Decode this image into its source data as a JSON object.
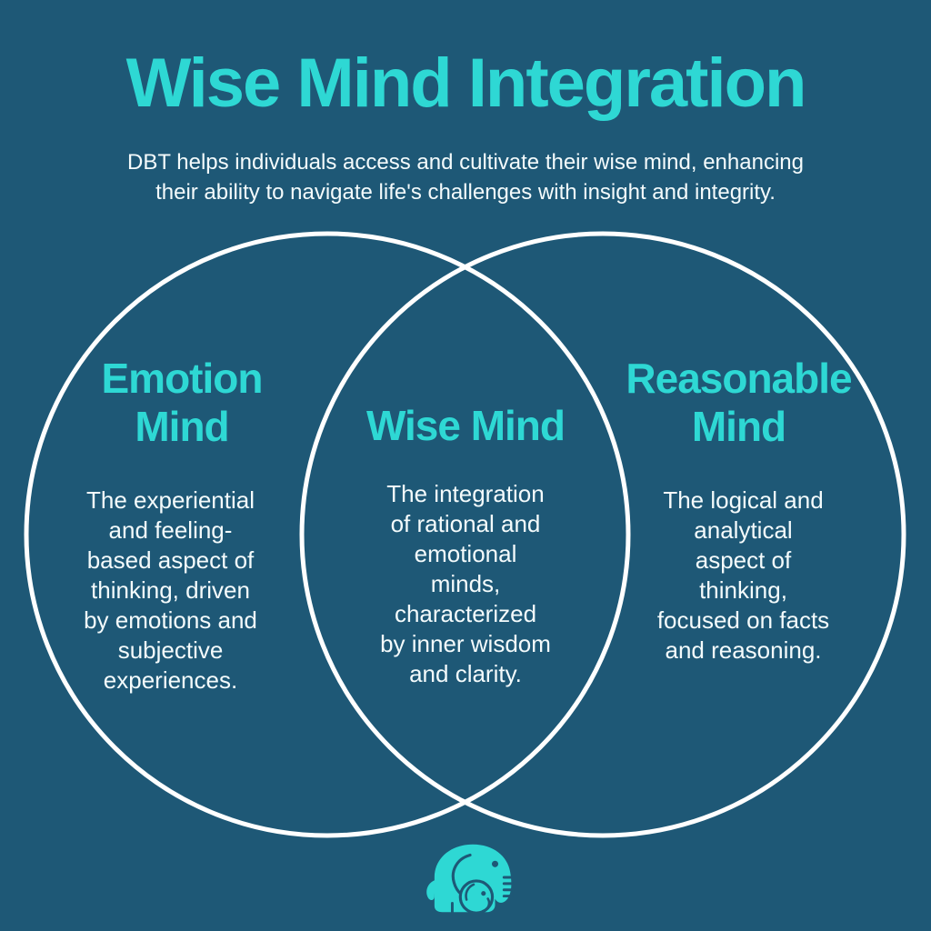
{
  "page": {
    "background_color": "#1e5876",
    "accent_color": "#2ed8d4",
    "text_color": "#f4fbfc",
    "circle_stroke_color": "#ffffff"
  },
  "header": {
    "title": "Wise Mind Integration",
    "subtitle_lines": [
      "DBT helps individuals access and cultivate their wise mind, enhancing",
      "their ability to navigate life's challenges with insight and integrity."
    ]
  },
  "venn": {
    "left": {
      "heading_lines": [
        "Emotion",
        "Mind"
      ],
      "body_lines": [
        "The experiential",
        "and feeling-",
        "based aspect of",
        "thinking, driven",
        "by emotions and",
        "subjective",
        "experiences."
      ]
    },
    "center": {
      "heading_lines": [
        "Wise Mind"
      ],
      "body_lines": [
        "The integration",
        "of rational and",
        "emotional",
        "minds,",
        "characterized",
        "by inner wisdom",
        "and clarity."
      ]
    },
    "right": {
      "heading_lines": [
        "Reasonable",
        "Mind"
      ],
      "body_lines": [
        "The logical and",
        "analytical",
        "aspect of",
        "thinking,",
        "focused on facts",
        "and reasoning."
      ]
    }
  },
  "footer": {
    "logo_name": "elephant-with-baby-logo"
  }
}
